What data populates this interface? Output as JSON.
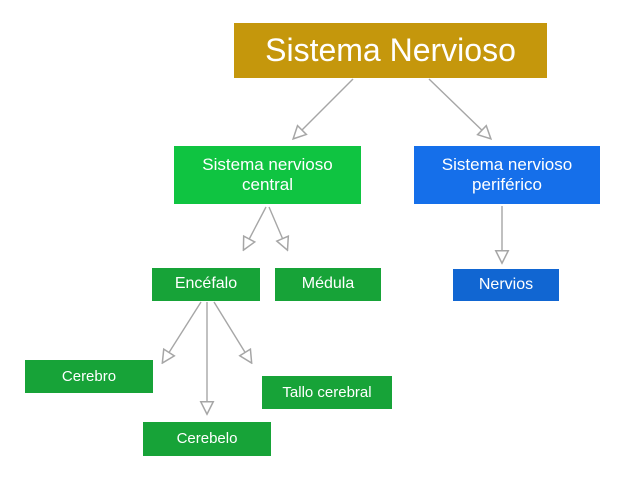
{
  "diagram": {
    "title": "Sistema Nervioso",
    "type": "hierarchy-flowchart"
  },
  "colors": {
    "root_gold": "#C5970C",
    "green_bright": "#0FC441",
    "green_dark": "#17A338",
    "blue_bright": "#156FEA",
    "blue_dark": "#1166D2",
    "arrow_gray": "#A6A6A6",
    "text_white": "#FFFFFF",
    "background": "#FFFFFF"
  },
  "nodes": {
    "root": {
      "label": "Sistema Nervioso",
      "color": "#C5970C",
      "level": 1
    },
    "central": {
      "label": "Sistema nervioso central",
      "color": "#0FC441",
      "level": 2,
      "parent": "Sistema Nervioso"
    },
    "periferico": {
      "label": "Sistema nervioso periférico",
      "color": "#156FEA",
      "level": 2,
      "parent": "Sistema Nervioso"
    },
    "encefalo": {
      "label": "Encéfalo",
      "color": "#17A338",
      "level": 3,
      "parent": "Sistema nervioso central"
    },
    "medula": {
      "label": "Médula",
      "color": "#17A338",
      "level": 3,
      "parent": "Sistema nervioso central"
    },
    "nervios": {
      "label": "Nervios",
      "color": "#1166D2",
      "level": 3,
      "parent": "Sistema nervioso periférico"
    },
    "cerebro": {
      "label": "Cerebro",
      "color": "#17A338",
      "level": 4,
      "parent": "Encéfalo"
    },
    "cerebelo": {
      "label": "Cerebelo",
      "color": "#17A338",
      "level": 4,
      "parent": "Encéfalo"
    },
    "tallo": {
      "label": "Tallo cerebral",
      "color": "#17A338",
      "level": 4,
      "parent": "Encéfalo"
    }
  }
}
